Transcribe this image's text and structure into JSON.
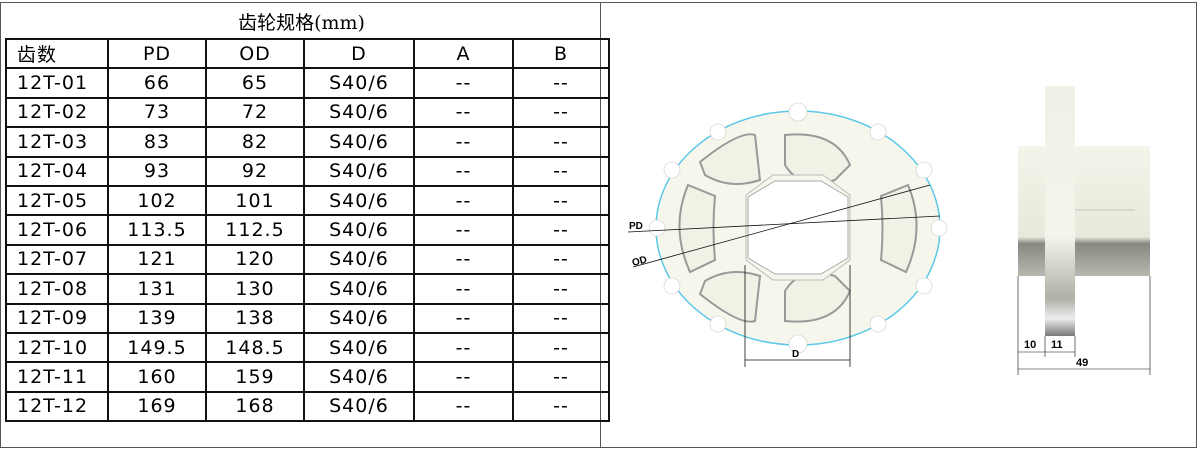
{
  "title": "齿轮规格(mm)",
  "headers": [
    "齿数",
    "PD",
    "OD",
    "D",
    "A",
    "B"
  ],
  "rows": [
    [
      "12T-01",
      "66",
      "65",
      "S40/6",
      "--",
      "--"
    ],
    [
      "12T-02",
      "73",
      "72",
      "S40/6",
      "--",
      "--"
    ],
    [
      "12T-03",
      "83",
      "82",
      "S40/6",
      "--",
      "--"
    ],
    [
      "12T-04",
      "93",
      "92",
      "S40/6",
      "--",
      "--"
    ],
    [
      "12T-05",
      "102",
      "101",
      "S40/6",
      "--",
      "--"
    ],
    [
      "12T-06",
      "113.5",
      "112.5",
      "S40/6",
      "--",
      "--"
    ],
    [
      "12T-07",
      "121",
      "120",
      "S40/6",
      "--",
      "--"
    ],
    [
      "12T-08",
      "131",
      "130",
      "S40/6",
      "--",
      "--"
    ],
    [
      "12T-09",
      "139",
      "138",
      "S40/6",
      "--",
      "--"
    ],
    [
      "12T-10",
      "149.5",
      "148.5",
      "S40/6",
      "--",
      "--"
    ],
    [
      "12T-11",
      "160",
      "159",
      "S40/6",
      "--",
      "--"
    ],
    [
      "12T-12",
      "169",
      "168",
      "S40/6",
      "--",
      "--"
    ]
  ],
  "drawing": {
    "pd_label": "PD",
    "od_label": "OD",
    "d_label": "D",
    "dim_10": "10",
    "dim_11": "11",
    "dim_49": "49"
  }
}
